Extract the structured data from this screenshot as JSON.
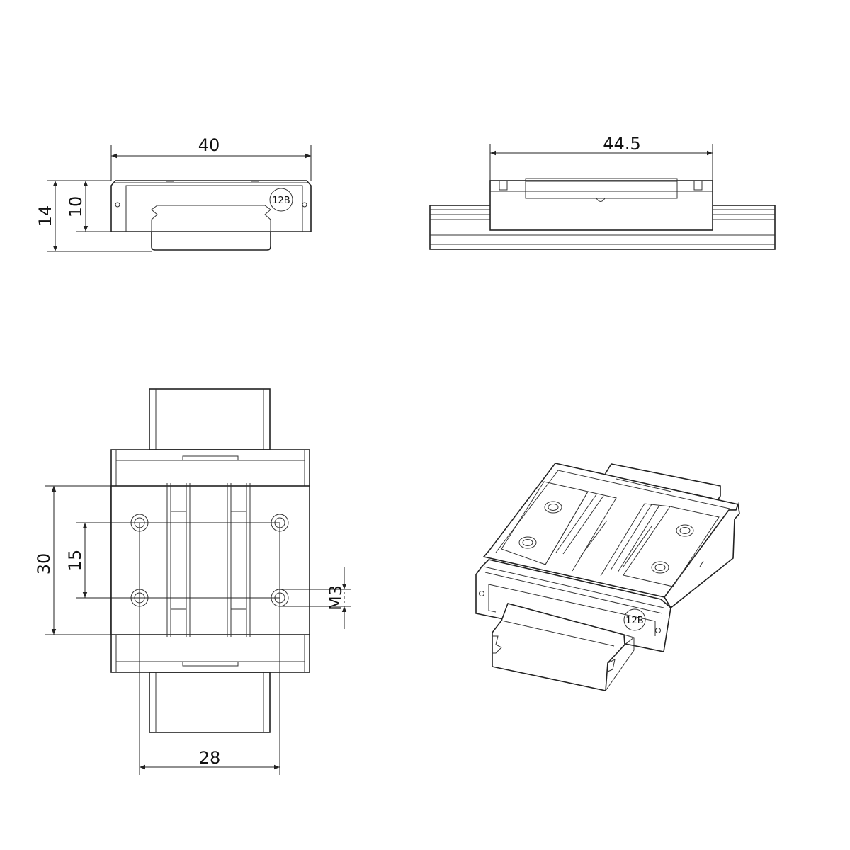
{
  "dimensions": {
    "front_width": "40",
    "front_height_total": "14",
    "front_height_block": "10",
    "side_length": "44.5",
    "top_hole_length": "30",
    "top_hole_spacing_y": "15",
    "top_hole_spacing_x": "28",
    "thread": "M3"
  },
  "logo": {
    "front": "12B",
    "iso": "12B"
  }
}
